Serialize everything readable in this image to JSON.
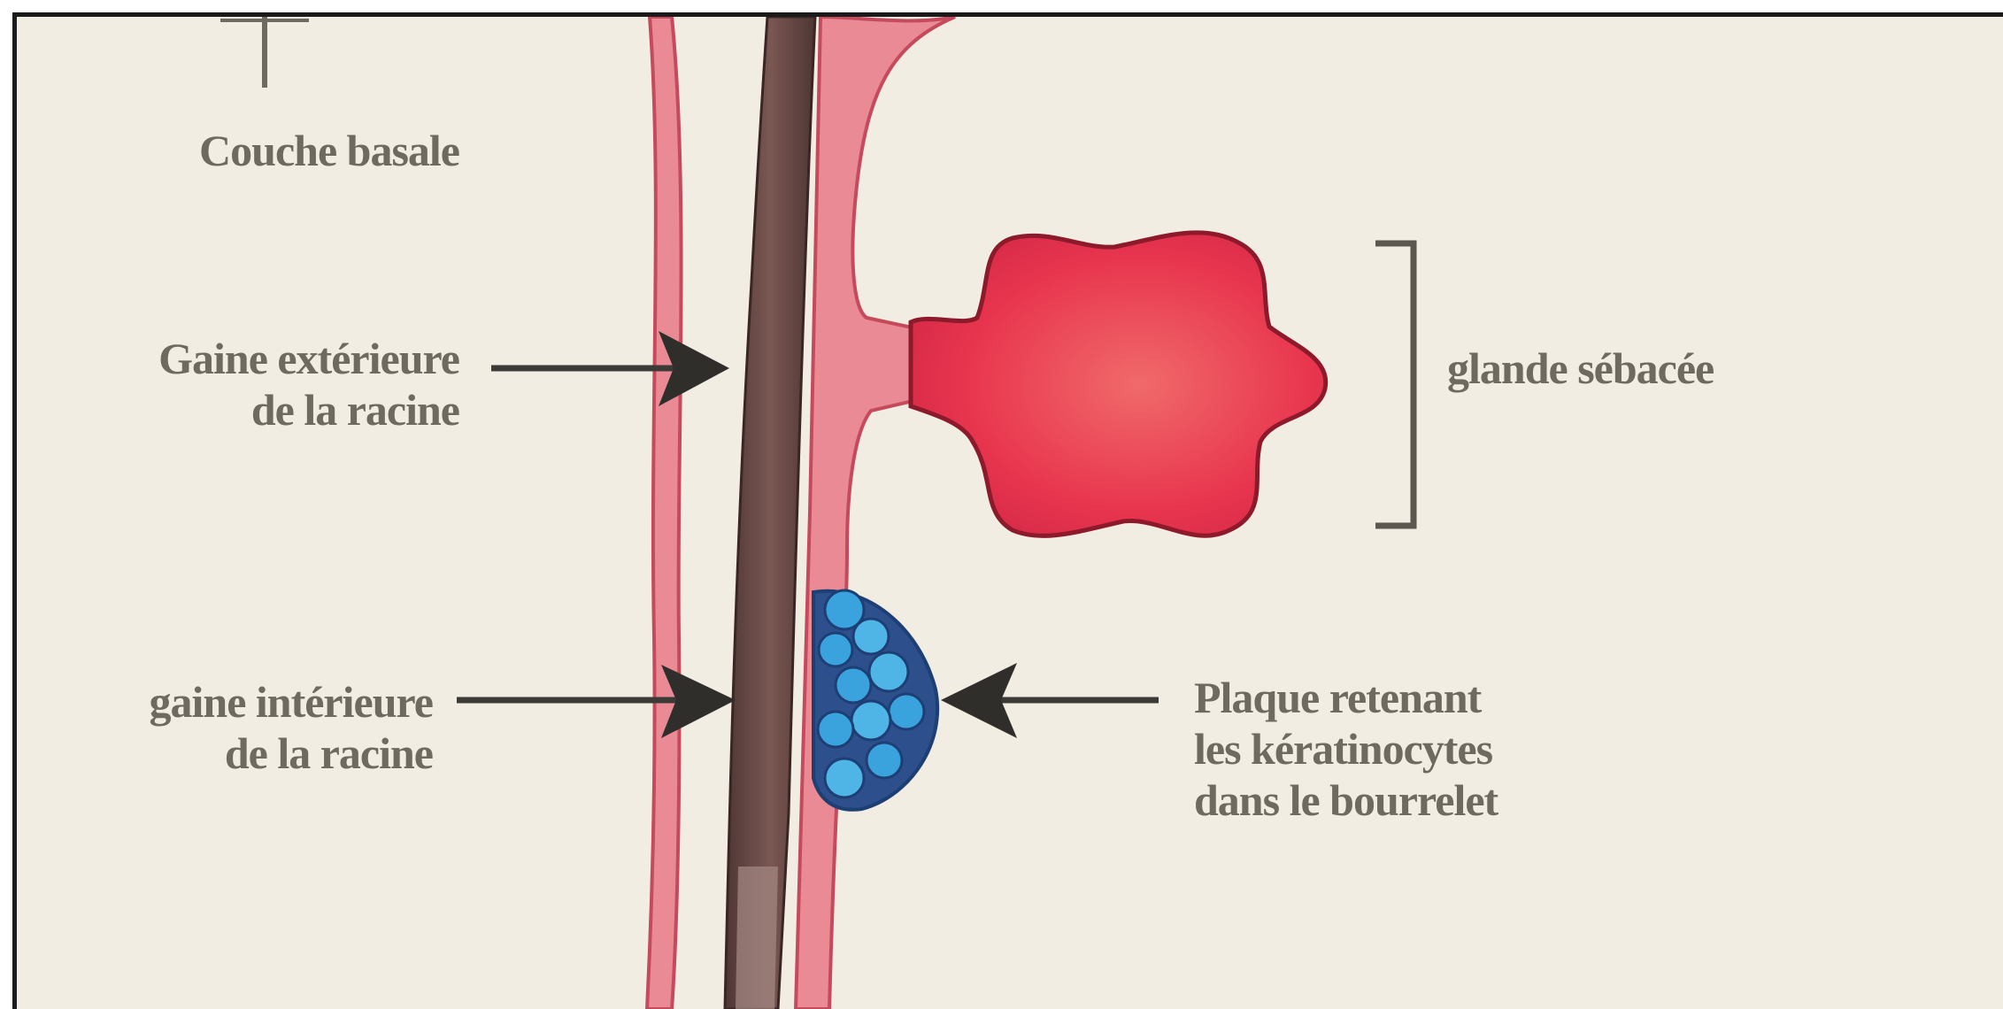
{
  "diagram": {
    "labels": {
      "couche_basale": "Couche basale",
      "gaine_exterieure": [
        "Gaine extérieure",
        "de la racine"
      ],
      "gaine_interieure": [
        "gaine intérieure",
        "de la racine"
      ],
      "glande_sebacee": "glande sébacée",
      "plaque": [
        "Plaque retenant",
        "les kératinocytes",
        "dans le bourrelet"
      ]
    },
    "colors": {
      "background": "#f1ede2",
      "sheath_pink": "#e98a95",
      "sheath_edge": "#c54a5c",
      "hair_shaft": "#6b4a46",
      "gland_red": "#e8354e",
      "gland_edge": "#8c1a2a",
      "stem_cells_blue": "#3aa3de",
      "stem_cells_edge": "#1d3f73",
      "arrow": "#3b3a36",
      "label_text": "#6e6a60"
    }
  }
}
